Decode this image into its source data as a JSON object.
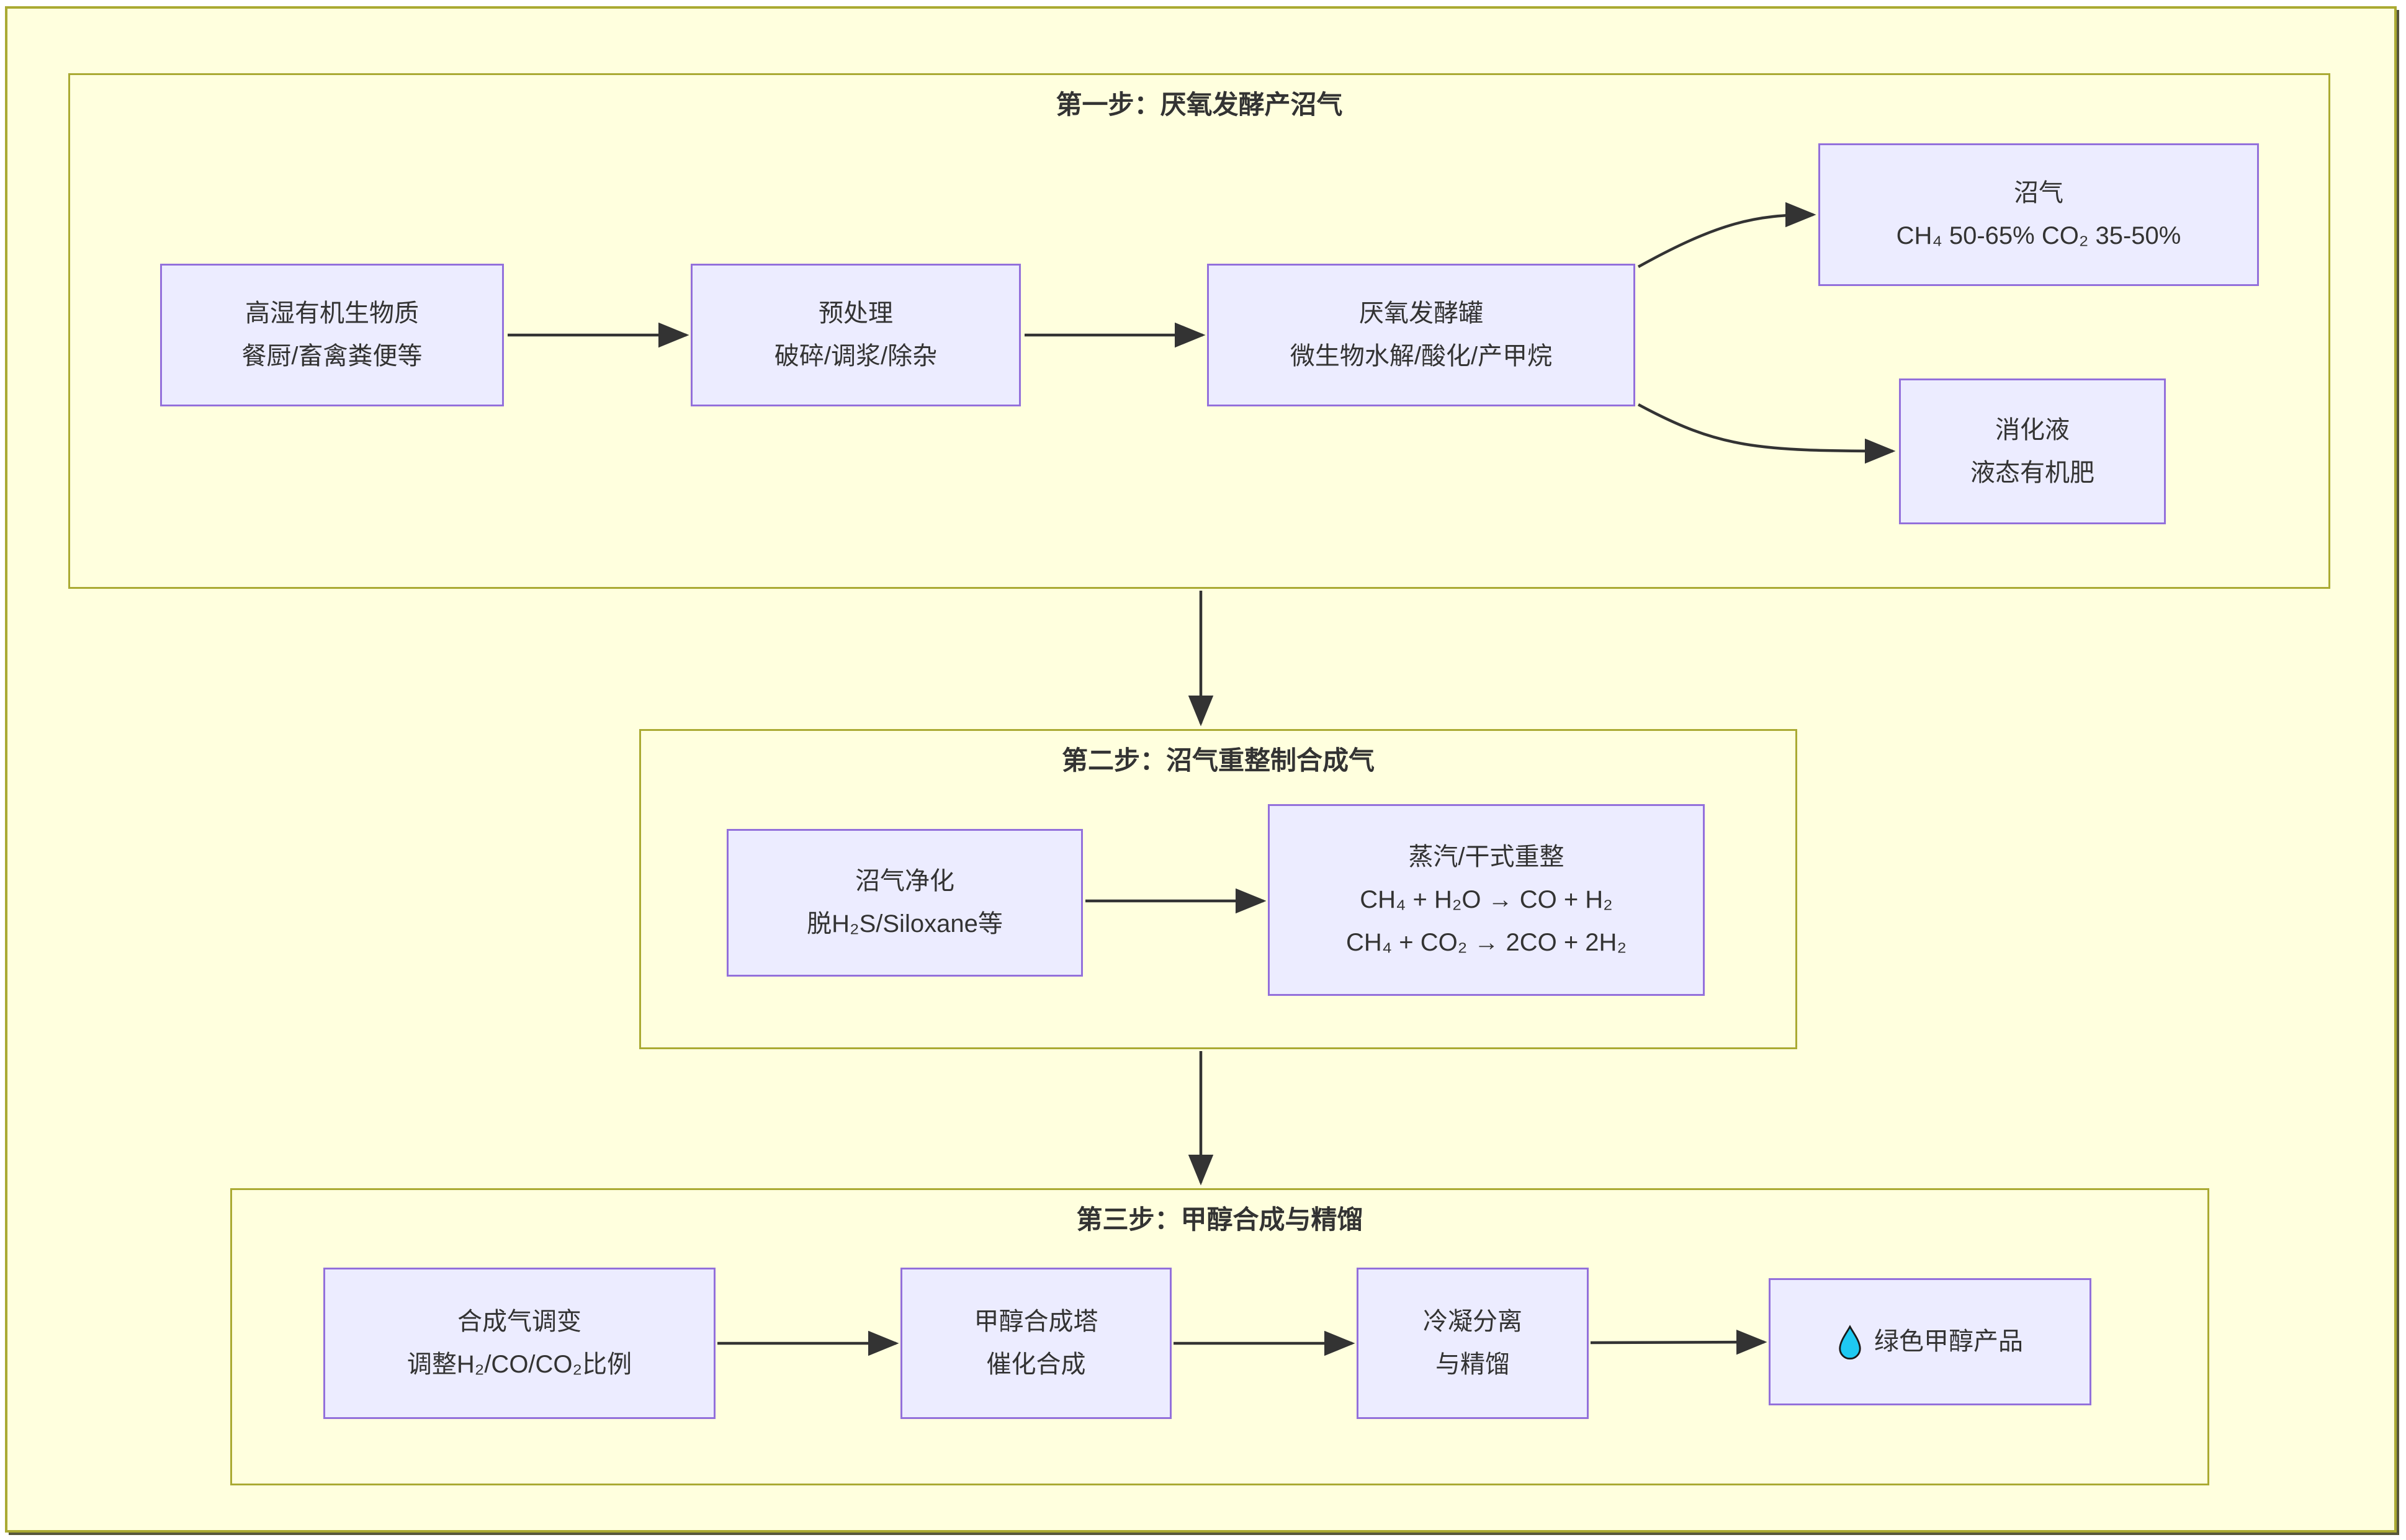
{
  "steps": [
    {
      "id": "step-1",
      "title": "第一步：厌氧发酵产沼气"
    },
    {
      "id": "step-2",
      "title": "第二步：沼气重整制合成气"
    },
    {
      "id": "step-3",
      "title": "第三步：甲醇合成与精馏"
    }
  ],
  "nodes": {
    "biomass": {
      "lines": [
        "高湿有机生物质",
        "餐厨/畜禽粪便等"
      ]
    },
    "pretreat": {
      "lines": [
        "预处理",
        "破碎/调浆/除杂"
      ]
    },
    "digester": {
      "lines": [
        "厌氧发酵罐",
        "微生物水解/酸化/产甲烷"
      ]
    },
    "biogas": {
      "lines": [
        "沼气",
        "CH₄ 50-65% CO₂ 35-50%"
      ]
    },
    "digestate": {
      "lines": [
        "消化液",
        "液态有机肥"
      ]
    },
    "purify": {
      "lines": [
        "沼气净化",
        "脱H₂S/Siloxane等"
      ]
    },
    "reform": {
      "lines": [
        "蒸汽/干式重整",
        "CH₄ + H₂O → CO + H₂",
        "CH₄ + CO₂ → 2CO + 2H₂"
      ]
    },
    "syngas": {
      "lines": [
        "合成气调变",
        "调整H₂/CO/CO₂比例"
      ]
    },
    "synthesis": {
      "lines": [
        "甲醇合成塔",
        "催化合成"
      ]
    },
    "condense": {
      "lines": [
        "冷凝分离",
        "与精馏"
      ]
    },
    "product": {
      "icon": "droplet-icon",
      "label": "绿色甲醇产品"
    }
  },
  "edges": [
    {
      "from": "biomass",
      "to": "pretreat"
    },
    {
      "from": "pretreat",
      "to": "digester"
    },
    {
      "from": "digester",
      "to": "biogas"
    },
    {
      "from": "digester",
      "to": "digestate"
    },
    {
      "from": "step-1",
      "to": "step-2"
    },
    {
      "from": "purify",
      "to": "reform"
    },
    {
      "from": "step-2",
      "to": "step-3"
    },
    {
      "from": "syngas",
      "to": "synthesis"
    },
    {
      "from": "synthesis",
      "to": "condense"
    },
    {
      "from": "condense",
      "to": "product"
    }
  ],
  "colors": {
    "node_fill": "#ECECFF",
    "node_border": "#9370DB",
    "cluster_fill": "#FFFFDE",
    "cluster_border": "#AAAA33",
    "edge": "#333333",
    "text": "#333333",
    "droplet_fill": "#1EC9F2"
  }
}
